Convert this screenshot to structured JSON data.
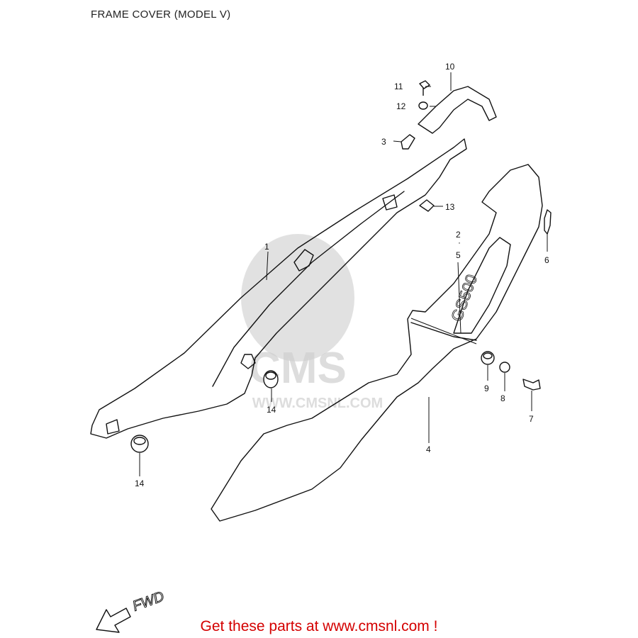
{
  "title": "FRAME COVER (MODEL V)",
  "footer": "Get these parts at www.cmsnl.com !",
  "watermark": {
    "brand": "CMS",
    "url": "WWW.CMSNL.COM"
  },
  "fwd_label": "FWD",
  "callouts": {
    "c1": "1",
    "c2": "2",
    "c3": "3",
    "c4": "4",
    "c5": "5",
    "c6": "6",
    "c7": "7",
    "c8": "8",
    "c9": "9",
    "c10": "10",
    "c11": "11",
    "c12": "12",
    "c13": "13",
    "c14a": "14",
    "c14b": "14"
  },
  "colors": {
    "footer": "#d40000",
    "line": "#111111",
    "watermark": "#c9c9c9"
  }
}
